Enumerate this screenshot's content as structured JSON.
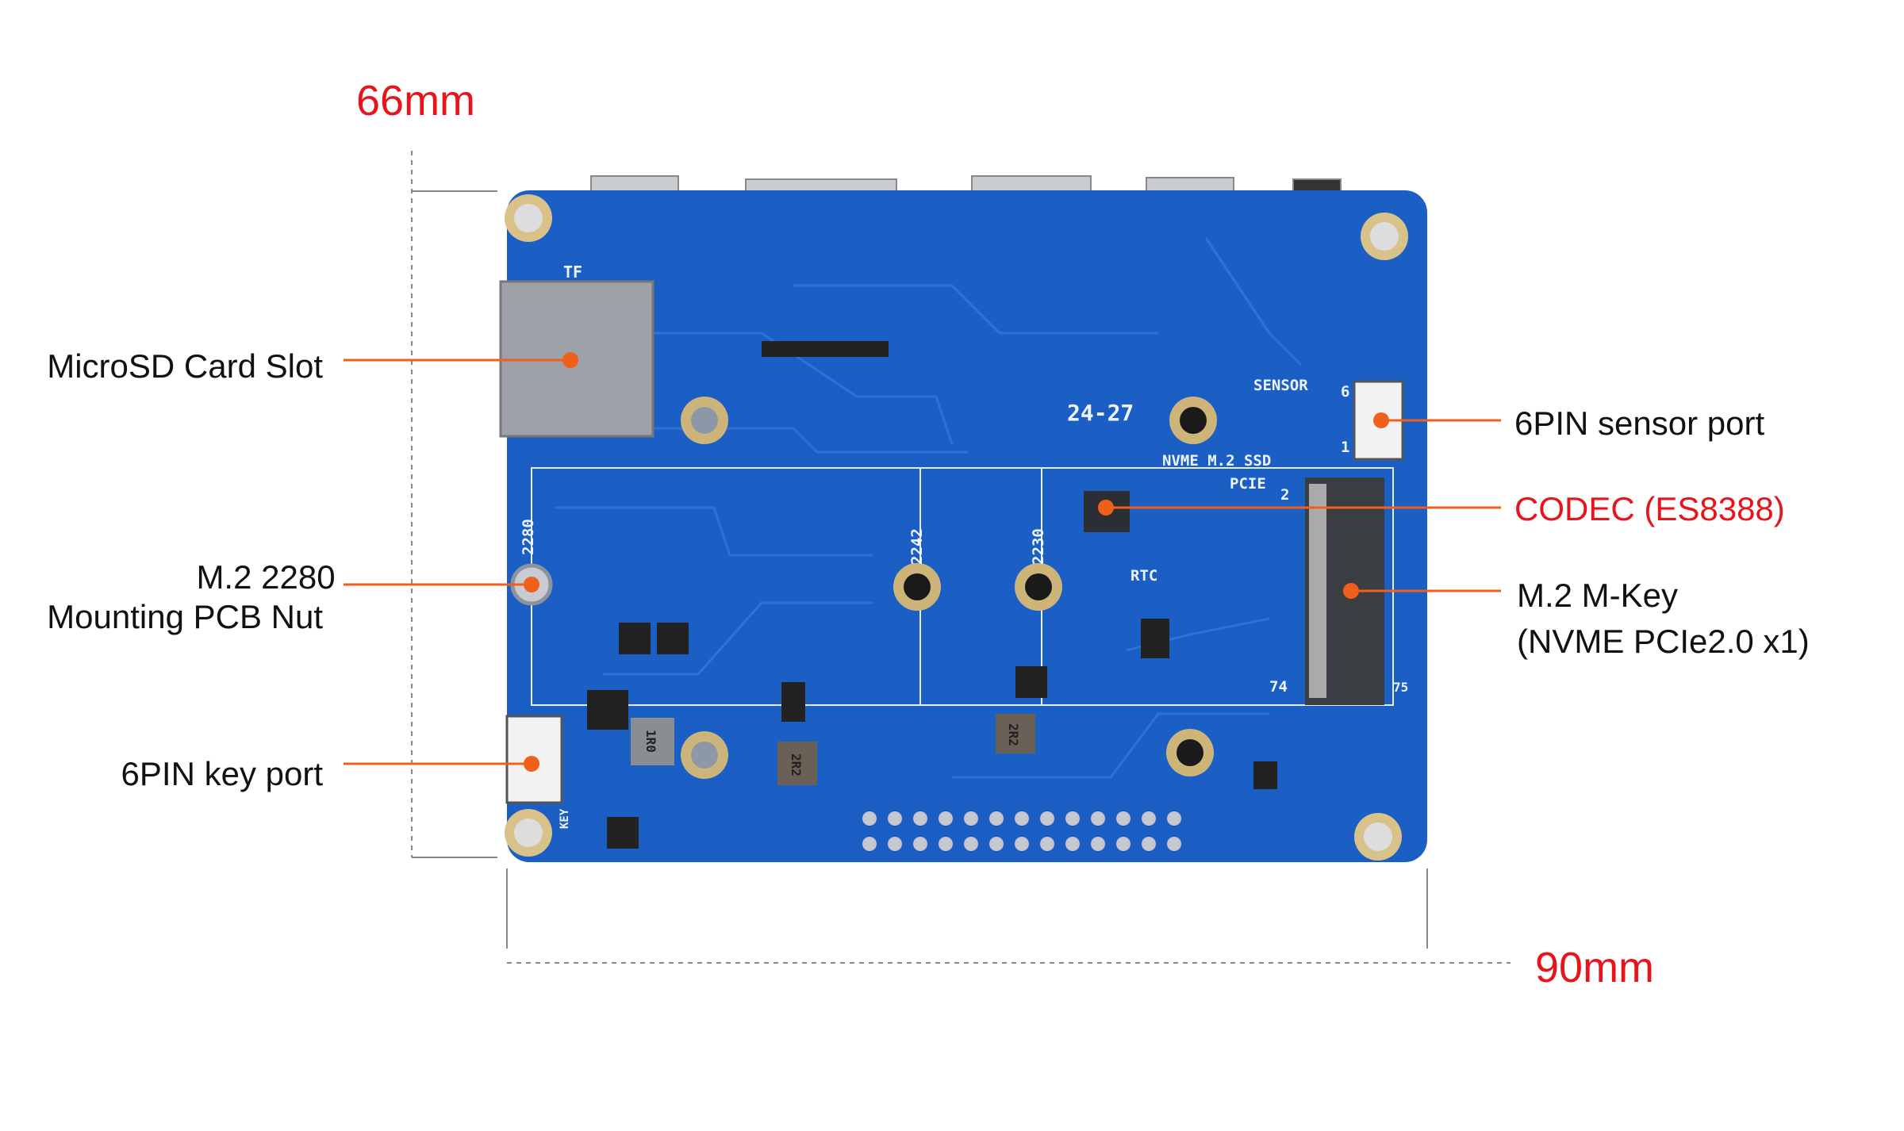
{
  "dimensions": {
    "height": "66mm",
    "width": "90mm"
  },
  "callouts": {
    "microsd": "MicroSD Card Slot",
    "m2_nut_line1": "M.2 2280",
    "m2_nut_line2": "Mounting PCB Nut",
    "key_port": "6PIN key port",
    "sensor_port": "6PIN sensor port",
    "codec": "CODEC (ES8388)",
    "m2_key_line1": "M.2 M-Key",
    "m2_key_line2": "(NVME PCIe2.0 x1)"
  },
  "board_silkscreen": {
    "tf": "TF",
    "sensor": "SENSOR",
    "date_code": "24-27",
    "nvme": "NVME M.2 SSD",
    "pcie": "PCIE",
    "pin2": "2",
    "pin6": "6",
    "pin1": "1",
    "len_2280": "2280",
    "len_2242": "2242",
    "len_2230": "2230",
    "rtc": "RTC",
    "pin74": "74",
    "pin75": "75",
    "key": "KEY",
    "inductor_1": "1R0",
    "inductor_2": "2R2",
    "inductor_3": "2R2"
  },
  "colors": {
    "board": "#1b5fc4",
    "accent_line": "#f0601a",
    "dimension_red": "#e8141b"
  }
}
